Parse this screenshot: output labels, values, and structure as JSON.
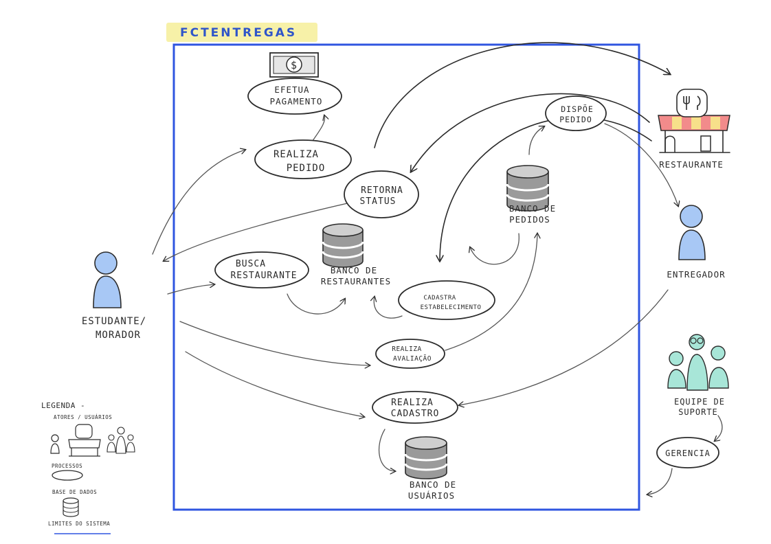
{
  "title": "FCTENTREGAS",
  "colors": {
    "system_border": "#2f55e0",
    "title_highlight": "#f7f1a8",
    "actor_blue": "#a8c8f5",
    "actor_teal": "#a8e6d8",
    "awning_red": "#f28b8b",
    "awning_yellow": "#f7e08a",
    "db_gray": "#9a9a9a"
  },
  "actors": {
    "student": "ESTUDANTE/ MORADOR",
    "restaurant": "RESTAURANTE",
    "courier": "ENTREGADOR",
    "support": "EQUIPE DE SUPORTE"
  },
  "processes": {
    "efetua_pagamento": "EFETUA PAGAMENTO",
    "realiza_pedido": "REALIZA PEDIDO",
    "retorna_status": "RETORNA STATUS",
    "dispoe_pedido": "DISPÕE PEDIDO",
    "busca_restaurante": "BUSCA RESTAURANTE",
    "cadastra_estabelecimento": "CADASTRA ESTABELECIMENTO",
    "realiza_avaliacao": "REALIZA AVALIAÇÃO",
    "realiza_cadastro": "REALIZA CADASTRO",
    "gerencia": "GERENCIA"
  },
  "databases": {
    "pedidos": "BANCO DE PEDIDOS",
    "restaurantes": "BANCO DE RESTAURANTES",
    "usuarios": "BANCO DE USUÁRIOS"
  },
  "legend": {
    "heading": "LEGENDA -",
    "actors": "ATORES / USUÁRIOS",
    "processes": "PROCESSOS",
    "databases": "BASE DE DADOS",
    "system_limits": "LIMITES DO SISTEMA"
  },
  "icons": [
    "money-bill-icon",
    "fork-knife-icon",
    "glasses-icon"
  ]
}
